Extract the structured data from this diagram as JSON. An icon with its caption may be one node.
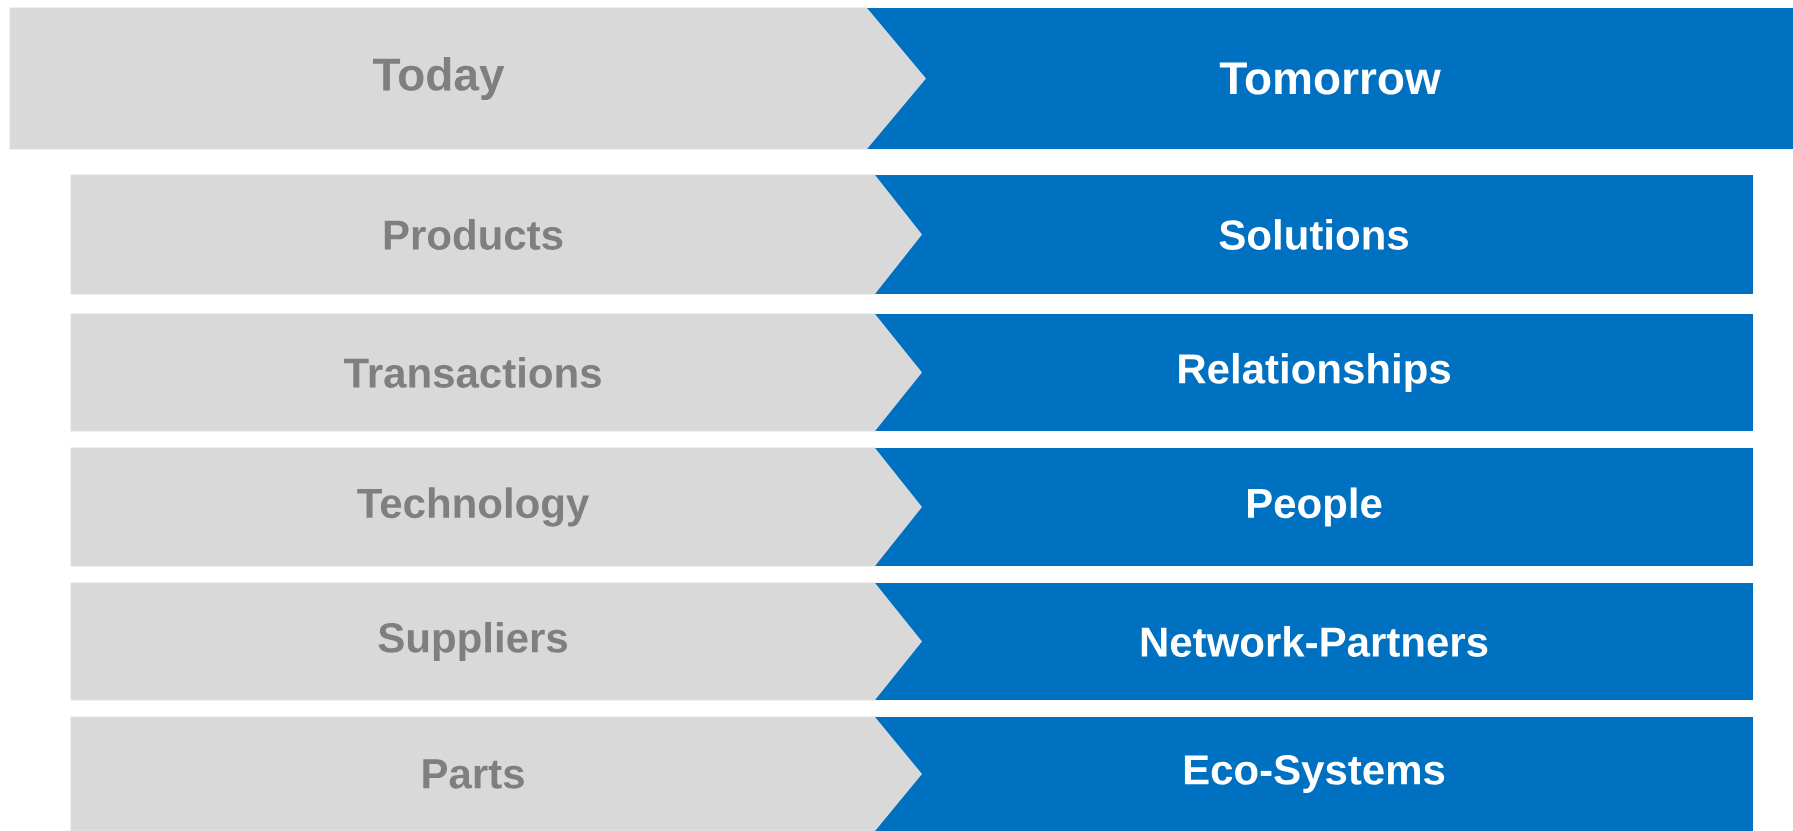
{
  "diagram": {
    "nodes": [
      {
        "text": [
          "Today"
        ]
      },
      {
        "text": [
          "Tomorrow"
        ]
      },
      {
        "text": [
          "Products"
        ]
      },
      {
        "text": [
          "Solutions"
        ]
      },
      {
        "text": [
          "Transactions"
        ]
      },
      {
        "text": [
          "Relationships"
        ]
      },
      {
        "text": [
          "Technology"
        ]
      },
      {
        "text": [
          "People"
        ]
      },
      {
        "text": [
          "Suppliers"
        ]
      },
      {
        "text": [
          "Network-Partners"
        ]
      },
      {
        "text": [
          "Parts"
        ]
      },
      {
        "text": [
          "Eco-Systems"
        ]
      }
    ]
  }
}
